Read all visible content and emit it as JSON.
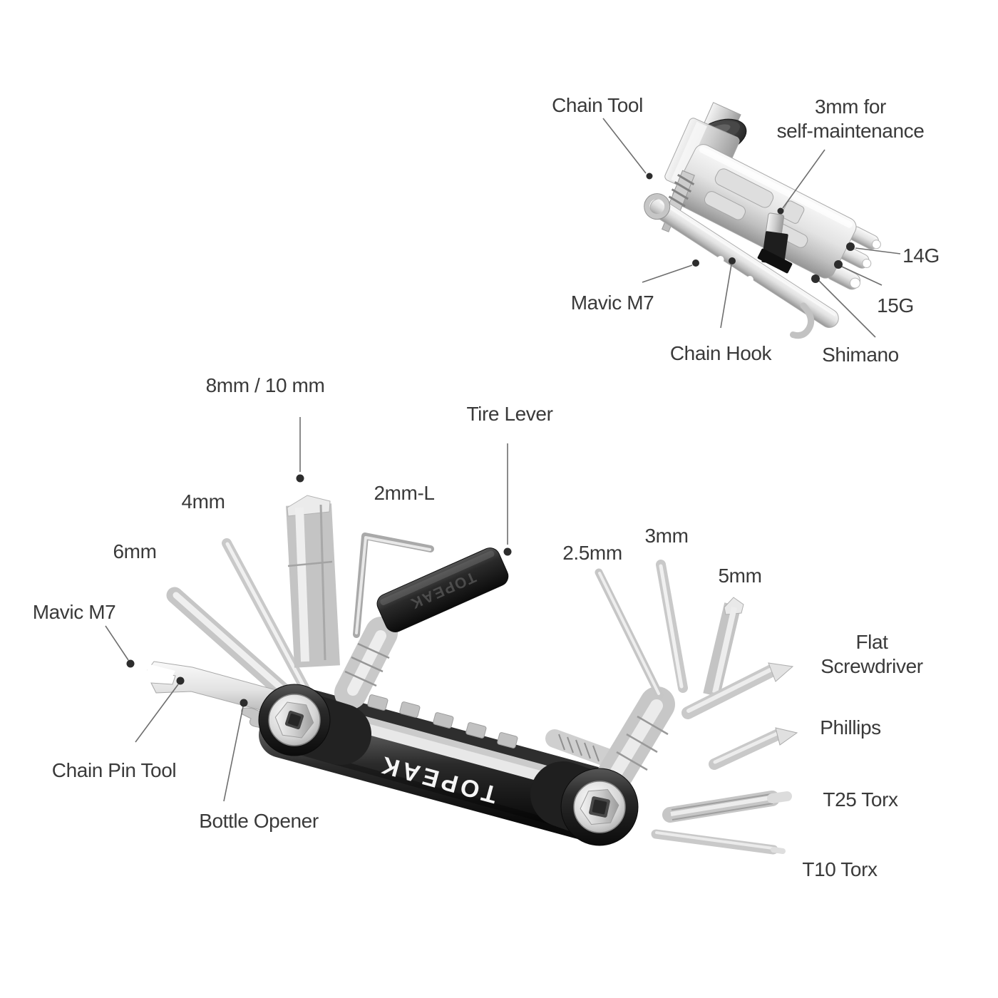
{
  "product": {
    "brand": "TOPEAK",
    "tire_lever_engraving": "TOPEAK"
  },
  "chain_tool_view": {
    "callouts": {
      "chain_tool": {
        "label": "Chain Tool"
      },
      "three_mm": {
        "label": "3mm for\nself-maintenance"
      },
      "g14": {
        "label": "14G"
      },
      "g15": {
        "label": "15G"
      },
      "shimano": {
        "label": "Shimano"
      },
      "chain_hook": {
        "label": "Chain Hook"
      },
      "mavic_m7": {
        "label": "Mavic M7"
      }
    }
  },
  "multi_tool_view": {
    "callouts": {
      "hex_8_10": {
        "label": "8mm / 10 mm"
      },
      "tire_lever": {
        "label": "Tire Lever"
      },
      "hex_4": {
        "label": "4mm"
      },
      "hex_2l": {
        "label": "2mm-L"
      },
      "hex_6": {
        "label": "6mm"
      },
      "mavic_m7": {
        "label": "Mavic M7"
      },
      "hex_2_5": {
        "label": "2.5mm"
      },
      "hex_3": {
        "label": "3mm"
      },
      "hex_5": {
        "label": "5mm"
      },
      "flat_screwdriver": {
        "label": "Flat Screwdriver"
      },
      "phillips": {
        "label": "Phillips"
      },
      "t25_torx": {
        "label": "T25 Torx"
      },
      "t10_torx": {
        "label": "T10 Torx"
      },
      "chain_pin_tool": {
        "label": "Chain Pin Tool"
      },
      "bottle_opener": {
        "label": "Bottle Opener"
      }
    }
  },
  "colors": {
    "background": "#ffffff",
    "label_text": "#3a3a3a",
    "leader_line": "#6e6e6e",
    "callout_dot": "#2d2d2d",
    "tool_body_black": "#1a1a1a",
    "metal_silver": "#c9c9c9",
    "brand_text": "#f5f5f5"
  }
}
